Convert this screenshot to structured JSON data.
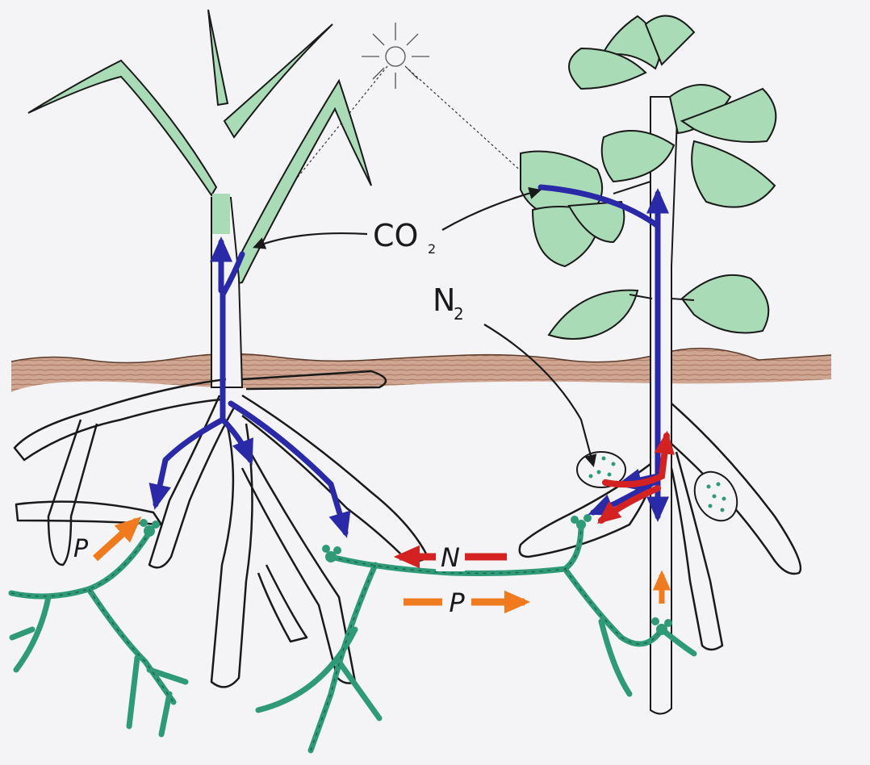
{
  "labels": {
    "co2": "CO",
    "co2_sub": "2",
    "n2": "N",
    "n2_sub": "2",
    "nitrogen_flow": "N",
    "phosphorus_flow": "P",
    "phosphorus_uptake": "P"
  },
  "colors": {
    "paper": "#f4f4f6",
    "leaf": "#a9dbb6",
    "soil": "#b07a5e",
    "carbon_flow": "#2a2aa8",
    "nitrogen_flow": "#d42222",
    "phosphorus_flow": "#f07a1e",
    "fungus": "#2e9a76",
    "ink": "#1a1a1a"
  }
}
